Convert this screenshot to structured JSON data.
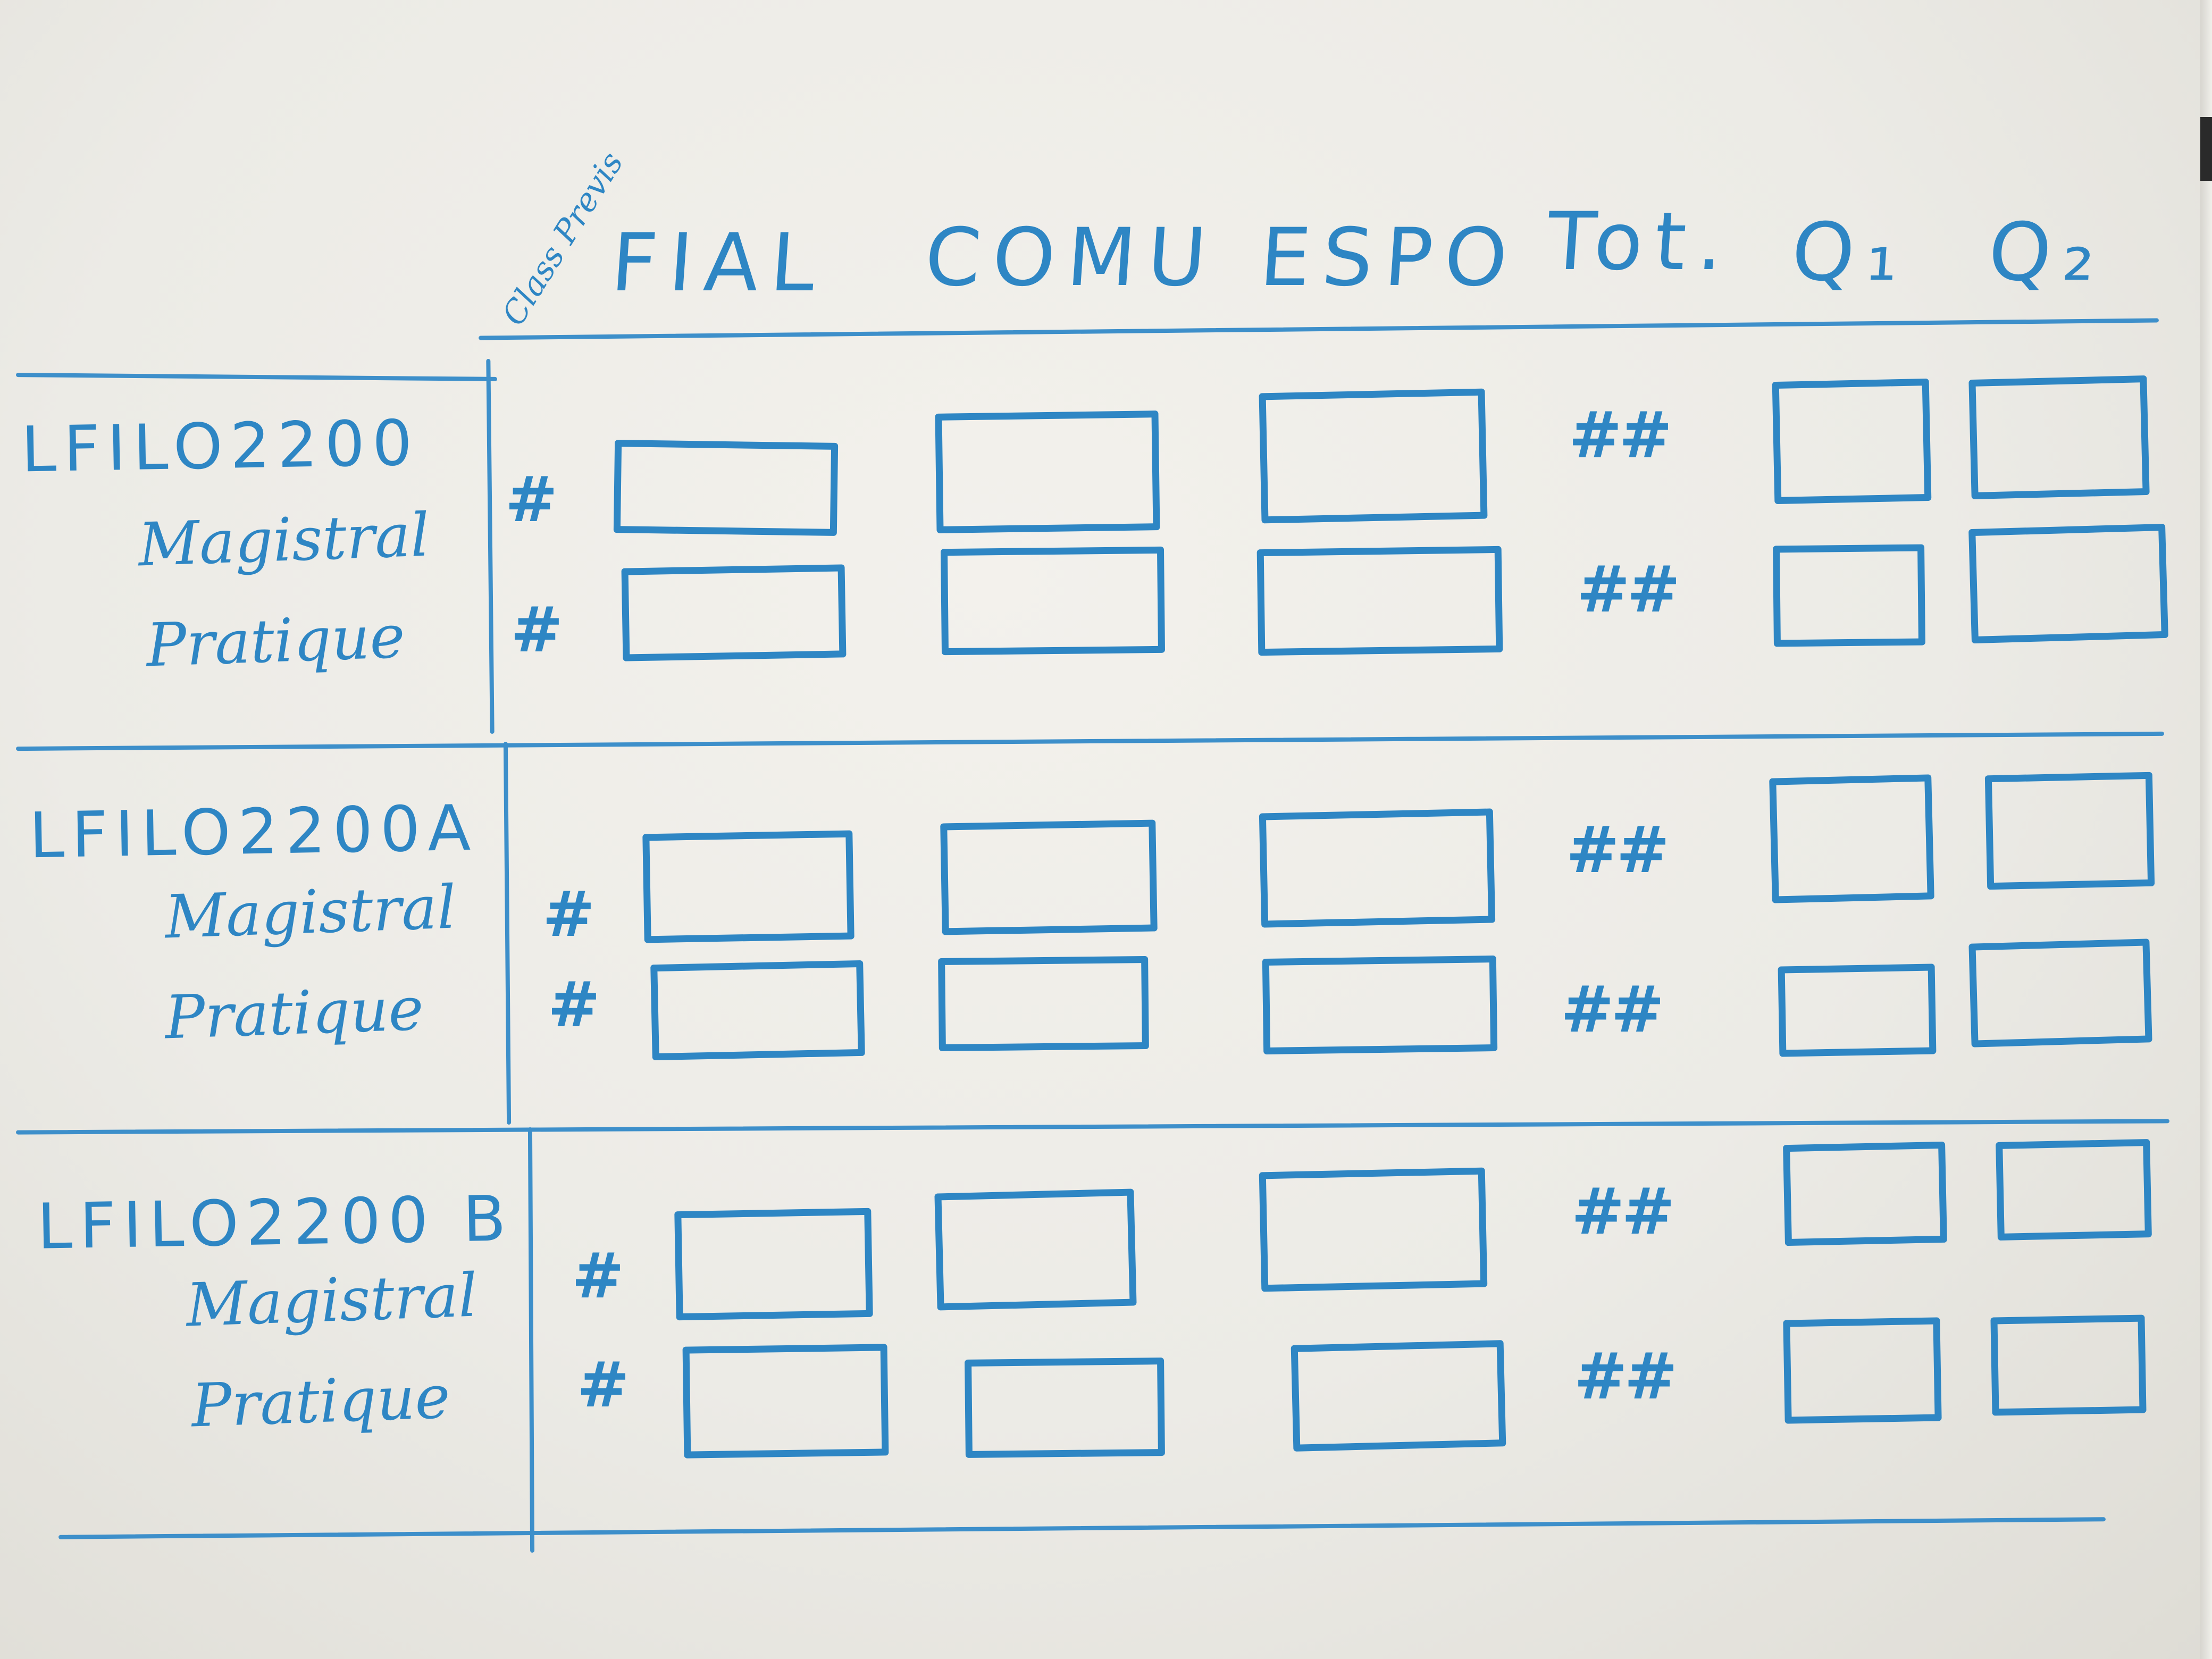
{
  "board": {
    "rotated_header": "Class Previs",
    "columns": [
      "FIAL",
      "COMU",
      "ESPO",
      "Tot.",
      "Q₁",
      "Q₂"
    ],
    "sections": [
      {
        "code": "LFILO2200",
        "rows": [
          {
            "label": "Magistral",
            "hash": "#",
            "total": "##"
          },
          {
            "label": "Pratique",
            "hash": "#",
            "total": "##"
          }
        ]
      },
      {
        "code": "LFILO2200A",
        "rows": [
          {
            "label": "Magistral",
            "hash": "#",
            "total": "##"
          },
          {
            "label": "Pratique",
            "hash": "#",
            "total": "##"
          }
        ]
      },
      {
        "code": "LFILO2200 B",
        "rows": [
          {
            "label": "Magistral",
            "hash": "#",
            "total": "##"
          },
          {
            "label": "Pratique",
            "hash": "#",
            "total": "##"
          }
        ]
      }
    ]
  }
}
